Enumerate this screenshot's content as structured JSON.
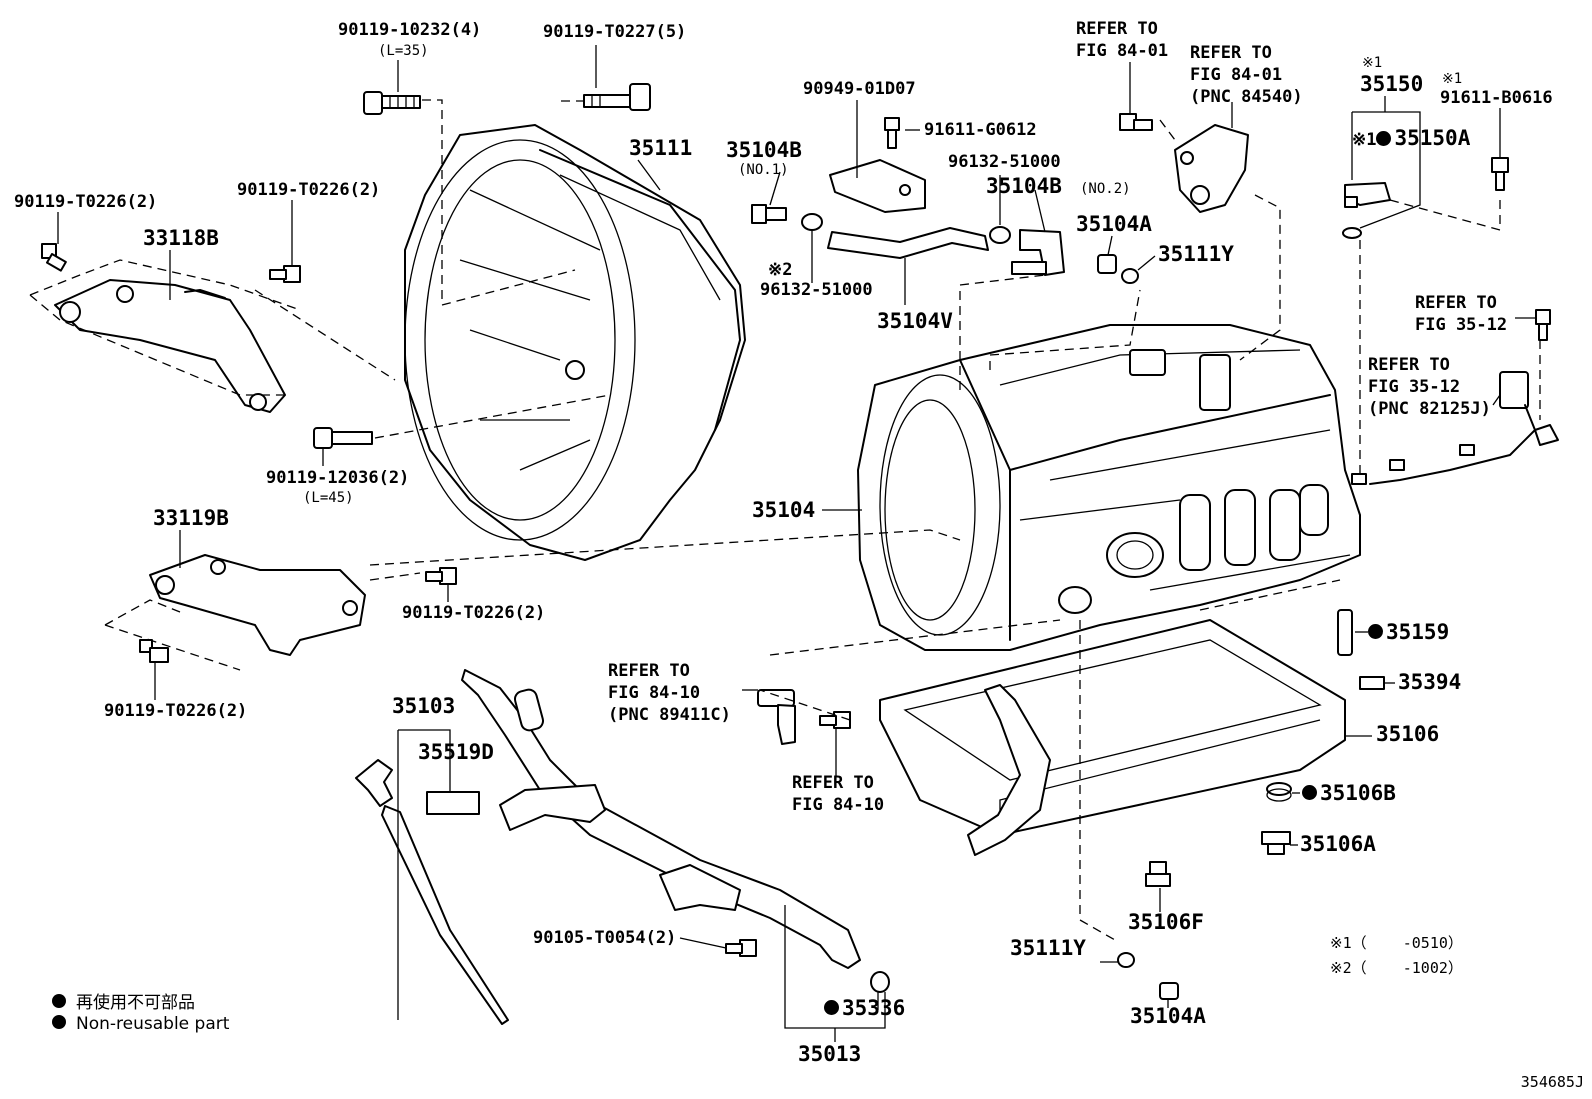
{
  "labels": {
    "p90119_10232": "90119-10232(4)",
    "l35": "(L=35)",
    "p90119_T0227": "90119-T0227(5)",
    "p90119_T0226_a": "90119-T0226(2)",
    "p90119_T0226_b": "90119-T0226(2)",
    "p33118B": "33118B",
    "p35111": "35111",
    "p90119_12036": "90119-12036(2)",
    "l45": "(L=45)",
    "p33119B": "33119B",
    "p90119_T0226_c": "90119-T0226(2)",
    "p90119_T0226_d": "90119-T0226(2)",
    "p90949_01D07": "90949-01D07",
    "p91611_G0612": "91611-G0612",
    "p35104B_1": "35104B",
    "no1": "(NO.1)",
    "p96132_51000_a": "96132-51000",
    "p35104B_2": "35104B",
    "no2": "(NO.2)",
    "mark2_a": "※2",
    "p96132_51000_b": "96132-51000",
    "p35104V": "35104V",
    "p35104A_top": "35104A",
    "p35111Y_top": "35111Y",
    "refer_84_01_a": "REFER TO\nFIG 84-01",
    "refer_84_01_b": "REFER TO\nFIG 84-01\n(PNC 84540)",
    "mark1_a": "※1",
    "p35150": "35150",
    "mark1_b": "※1",
    "p35150A": "35150A",
    "mark1_c": "※1",
    "p91611_B0616": "91611-B0616",
    "refer_35_12_a": "REFER TO\nFIG 35-12",
    "refer_35_12_b": "REFER TO\nFIG 35-12\n(PNC 82125J)",
    "p35104": "35104",
    "refer_84_10_a": "REFER TO\nFIG 84-10\n(PNC 89411C)",
    "refer_84_10_b": "REFER TO\nFIG 84-10",
    "p35159": "35159",
    "p35394": "35394",
    "p35106": "35106",
    "p35106B": "35106B",
    "p35106A": "35106A",
    "p35106F": "35106F",
    "p35111Y_bot": "35111Y",
    "p35104A_bot": "35104A",
    "p35103": "35103",
    "p35519D": "35519D",
    "p90105_T0054": "90105-T0054(2)",
    "p35336": "35336",
    "p35013": "35013"
  },
  "notes": {
    "note1": "※1（    -0510）",
    "note2": "※2（    -1002）"
  },
  "legend": {
    "line_ja": "再使用不可部品",
    "line_en": "Non-reusable part"
  },
  "figure_id": "354685J"
}
